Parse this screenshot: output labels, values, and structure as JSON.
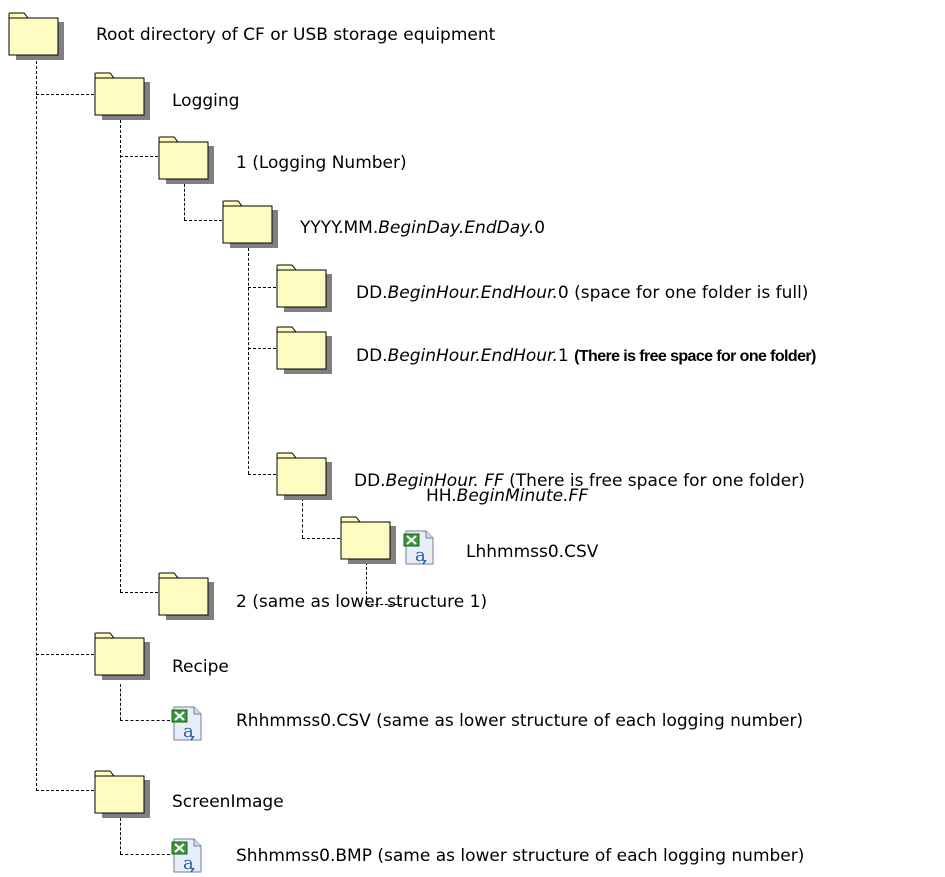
{
  "root": {
    "label": "Root directory of CF or USB storage equipment"
  },
  "logging": {
    "label": "Logging"
  },
  "logging_number": {
    "label": "1 (Logging Number)"
  },
  "month_folder": {
    "prefix": "YYYY.MM.",
    "italic": "BeginDay.EndDay.",
    "suffix": "0"
  },
  "day_folder_full": {
    "prefix": "DD.",
    "italic": "BeginHour.EndHour.",
    "suffix": "0 (space for one folder is full)"
  },
  "day_folder_free": {
    "prefix": "DD.",
    "italic": "BeginHour.EndHour.",
    "suffix": "1",
    "note": "(There is free space for one folder)"
  },
  "day_folder_ff": {
    "prefix": "DD.",
    "italic": "BeginHour. FF",
    "suffix": " (There is free space for one folder)"
  },
  "hour_folder": {
    "prefix": "HH.",
    "italic": "BeginMinute.FF"
  },
  "logging_file": {
    "label": "Lhhmmss0.CSV"
  },
  "logging_number_2": {
    "label": "2  (same as lower structure 1)"
  },
  "recipe": {
    "label": "Recipe"
  },
  "recipe_file": {
    "label": "Rhhmmss0.CSV (same as lower structure of each logging number)"
  },
  "screenimage": {
    "label": "ScreenImage"
  },
  "screenimage_file": {
    "label": "Shhmmss0.BMP (same as lower structure of each logging number)"
  },
  "colors": {
    "folder_fill": "#fffcc2",
    "folder_shadow": "#808080",
    "file_green": "#3a9a3a",
    "file_blue": "#2a5ea8"
  },
  "icons": {
    "folder": "folder-icon",
    "file": "spreadsheet-file-icon"
  }
}
